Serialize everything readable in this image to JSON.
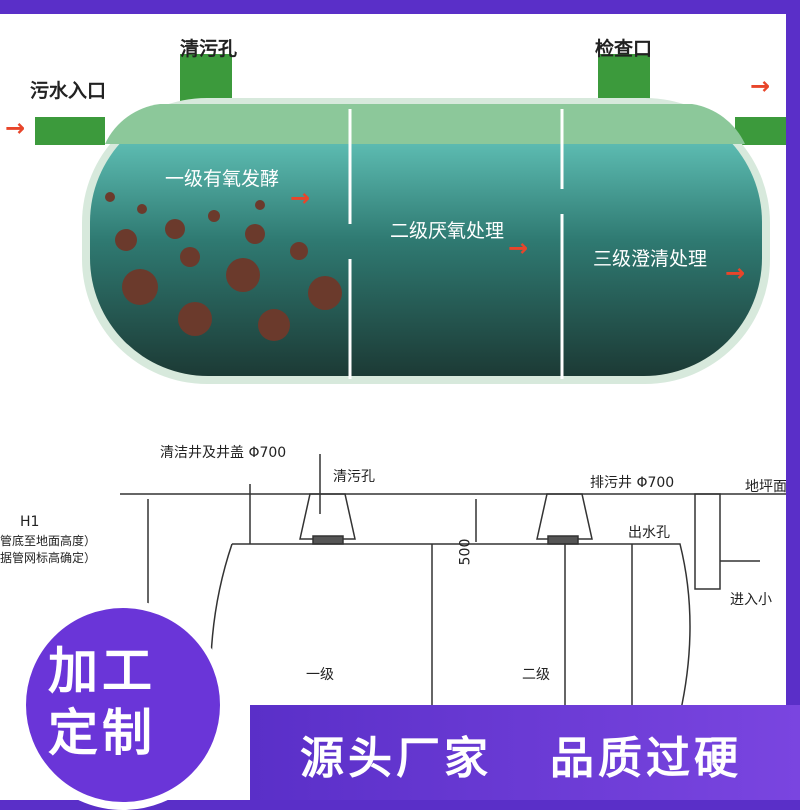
{
  "top_diagram": {
    "labels": {
      "cleanout": "清污孔",
      "inspection": "检查口",
      "inlet": "污水入口",
      "stage1": "一级有氧发酵",
      "stage2": "二级厌氧处理",
      "stage3": "三级澄清处理"
    }
  },
  "tech_drawing": {
    "labels": {
      "well_cover": "清洁井及井盖 Φ700",
      "cleanout": "清污孔",
      "drain_well": "排污井 Φ700",
      "ground": "地坪面",
      "h1": "H1",
      "h1_note1": "管底至地面高度）",
      "h1_note2": "据管网标高确定）",
      "depth": "500",
      "outlet": "出水孔",
      "into": "进入小",
      "stage1": "一级",
      "stage2": "二级"
    }
  },
  "badge": {
    "line1": "加工",
    "line2": "定制"
  },
  "slogans": [
    "源头厂家",
    "品质过硬"
  ],
  "colors": {
    "frame": "#5a2fc8",
    "tank_top": "#7fc99a",
    "water": "#2f8f84",
    "arrow": "#e8452a"
  }
}
